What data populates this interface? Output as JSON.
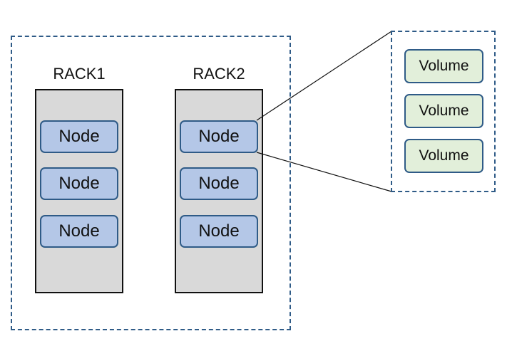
{
  "racks": [
    {
      "label": "RACK1",
      "nodes": [
        "Node",
        "Node",
        "Node"
      ]
    },
    {
      "label": "RACK2",
      "nodes": [
        "Node",
        "Node",
        "Node"
      ]
    }
  ],
  "detail": {
    "volumes": [
      "Volume",
      "Volume",
      "Volume"
    ]
  },
  "colors": {
    "dashed_border": "#2f5b87",
    "rack_fill": "#d9d9d9",
    "node_fill": "#b4c7e7",
    "volume_fill": "#e2efda"
  }
}
